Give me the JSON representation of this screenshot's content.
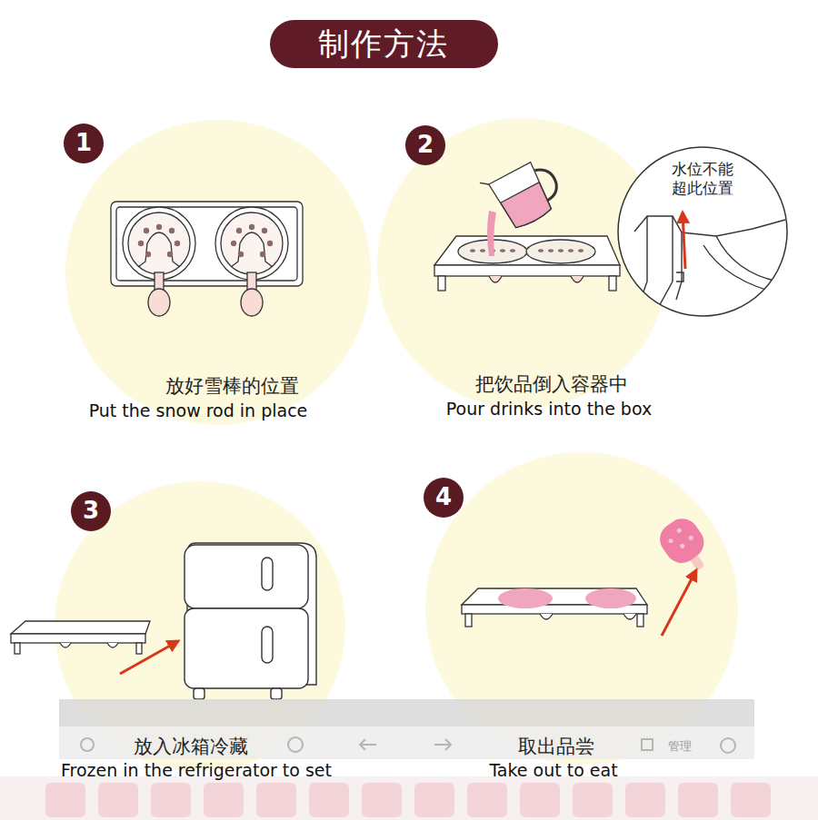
{
  "diagram": {
    "title": "制作方法",
    "nodes": [
      {
        "text": [
          "水位不能 超此位置"
        ]
      }
    ],
    "labels": [
      "1",
      "放好雪棒的位置",
      "Put the snow rod in place",
      "2",
      "把饮品倒入容器中",
      "Pour drinks into the box",
      "3",
      "放入冰箱冷藏",
      "Frozen in the refrigerator to set",
      "4",
      "取出品尝",
      "Take out to eat",
      "管理"
    ]
  }
}
